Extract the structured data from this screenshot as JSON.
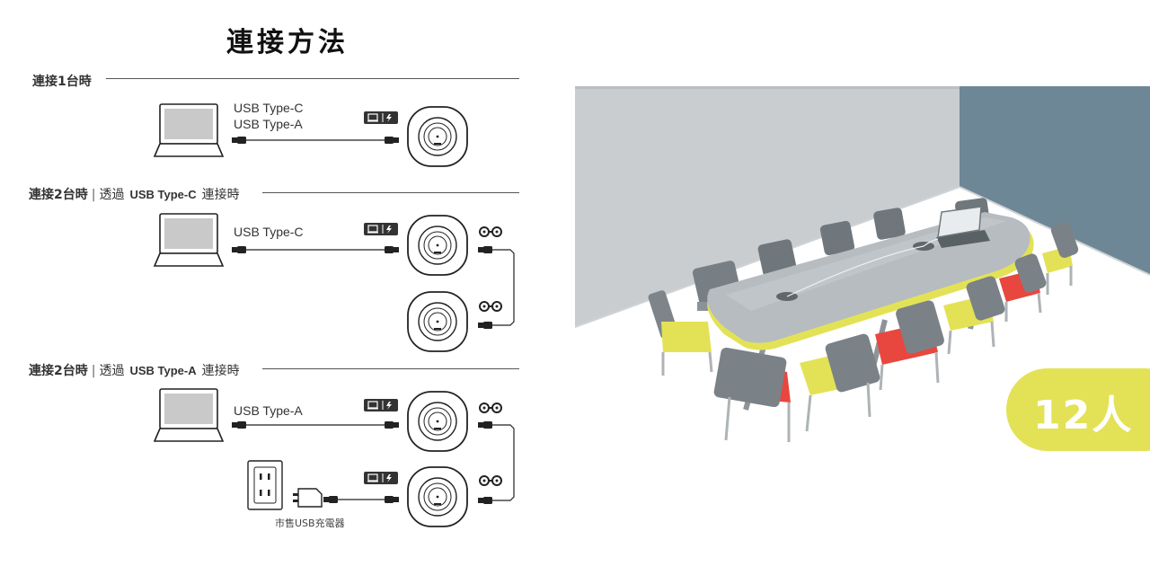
{
  "title": "連接方法",
  "sections": [
    {
      "prefix": "連接1台時",
      "separator": "",
      "via": "",
      "port": "",
      "suffix": ""
    },
    {
      "prefix": "連接2台時",
      "separator": "|",
      "via": "透過",
      "port": "USB Type-C",
      "suffix": "連接時"
    },
    {
      "prefix": "連接2台時",
      "separator": "|",
      "via": "透過",
      "port": "USB Type-A",
      "suffix": "連接時"
    }
  ],
  "diagram1": {
    "label_line1": "USB Type-C",
    "label_line2": "USB Type-A"
  },
  "diagram2": {
    "label": "USB Type-C"
  },
  "diagram3": {
    "label": "USB Type-A",
    "charger_label": "市售USB充電器"
  },
  "capacity_badge": {
    "text": "12人",
    "color": "#e3e256"
  },
  "colors": {
    "wall": "#c9cdd0",
    "wall_right": "#6d8796",
    "accent_yellow": "#e3e256",
    "chair_red": "#e8473f"
  }
}
